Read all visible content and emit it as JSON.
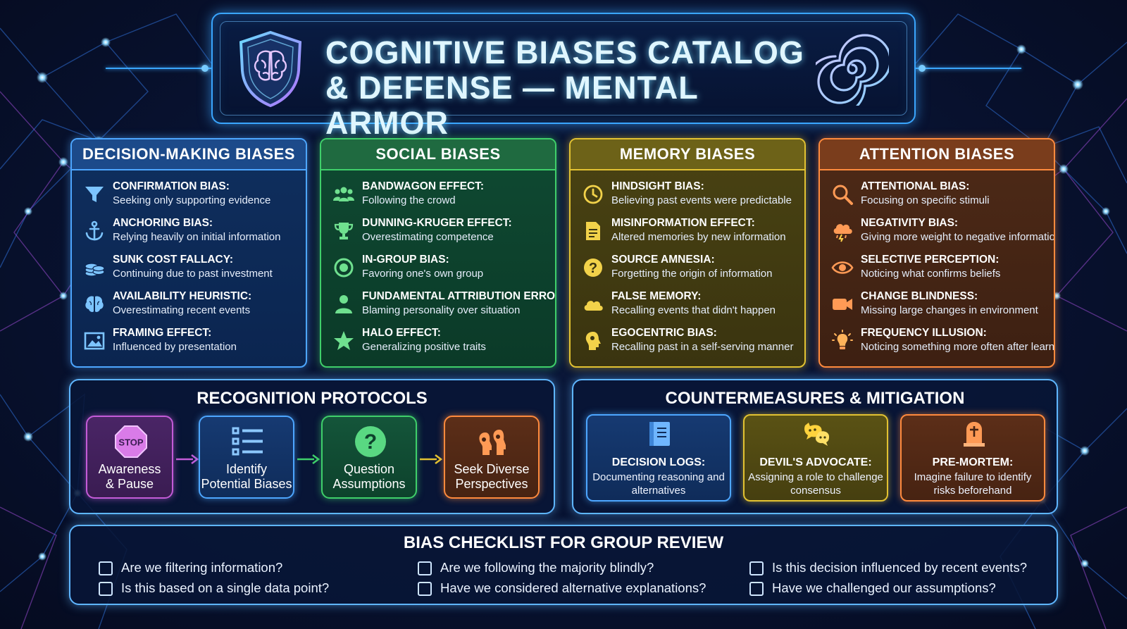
{
  "header": {
    "title": "COGNITIVE BIASES CATALOG\n& DEFENSE — MENTAL ARMOR",
    "left_icon": "brain-shield-icon",
    "right_icon": "spiral-icon"
  },
  "categories": [
    {
      "title": "DECISION-MAKING BIASES",
      "color": "#4da6ff",
      "items": [
        {
          "name": "CONFIRMATION BIAS:",
          "desc": "Seeking only supporting evidence",
          "icon": "filter-icon"
        },
        {
          "name": "ANCHORING BIAS:",
          "desc": "Relying heavily on initial information",
          "icon": "anchor-icon"
        },
        {
          "name": "SUNK COST FALLACY:",
          "desc": "Continuing due to past investment",
          "icon": "coins-icon"
        },
        {
          "name": "AVAILABILITY HEURISTIC:",
          "desc": "Overestimating recent events",
          "icon": "brain-icon"
        },
        {
          "name": "FRAMING EFFECT:",
          "desc": "Influenced by presentation",
          "icon": "picture-frame-icon"
        }
      ]
    },
    {
      "title": "SOCIAL BIASES",
      "color": "#3fcf6a",
      "items": [
        {
          "name": "BANDWAGON EFFECT:",
          "desc": "Following the crowd",
          "icon": "group-icon"
        },
        {
          "name": "DUNNING-KRUGER EFFECT:",
          "desc": "Overestimating competence",
          "icon": "trophy-icon"
        },
        {
          "name": "IN-GROUP BIAS:",
          "desc": "Favoring one's own group",
          "icon": "circle-target-icon"
        },
        {
          "name": "FUNDAMENTAL ATTRIBUTION ERROR:",
          "desc": "Blaming personality over situation",
          "icon": "person-icon"
        },
        {
          "name": "HALO EFFECT:",
          "desc": "Generalizing positive traits",
          "icon": "star-icon"
        }
      ]
    },
    {
      "title": "MEMORY BIASES",
      "color": "#e2c232",
      "items": [
        {
          "name": "HINDSIGHT BIAS:",
          "desc": "Believing past events were predictable",
          "icon": "clock-icon"
        },
        {
          "name": "MISINFORMATION EFFECT:",
          "desc": "Altered memories by new information",
          "icon": "document-icon"
        },
        {
          "name": "SOURCE AMNESIA:",
          "desc": "Forgetting the origin of information",
          "icon": "question-icon"
        },
        {
          "name": "FALSE MEMORY:",
          "desc": "Recalling events that didn't happen",
          "icon": "cloud-icon"
        },
        {
          "name": "EGOCENTRIC BIAS:",
          "desc": "Recalling past in a self-serving manner",
          "icon": "head-icon"
        }
      ]
    },
    {
      "title": "ATTENTION BIASES",
      "color": "#ff8a3d",
      "items": [
        {
          "name": "ATTENTIONAL BIAS:",
          "desc": "Focusing on specific stimuli",
          "icon": "magnifier-icon"
        },
        {
          "name": "NEGATIVITY BIAS:",
          "desc": "Giving more weight to negative information",
          "icon": "storm-cloud-icon"
        },
        {
          "name": "SELECTIVE PERCEPTION:",
          "desc": "Noticing what confirms beliefs",
          "icon": "eye-icon"
        },
        {
          "name": "CHANGE BLINDNESS:",
          "desc": "Missing large changes in environment",
          "icon": "video-camera-icon"
        },
        {
          "name": "FREQUENCY ILLUSION:",
          "desc": "Noticing something more often after learning",
          "icon": "lightbulb-icon"
        }
      ]
    }
  ],
  "recognition": {
    "title": "RECOGNITION PROTOCOLS",
    "steps": [
      {
        "label": "Awareness\n& Pause",
        "icon": "stop-sign-icon",
        "icon_text": "STOP",
        "color": "#c45bd8"
      },
      {
        "label": "Identify\nPotential Biases",
        "icon": "list-icon",
        "color": "#4da6ff"
      },
      {
        "label": "Question\nAssumptions",
        "icon": "question-icon",
        "color": "#3fcf6a"
      },
      {
        "label": "Seek Diverse\nPerspectives",
        "icon": "people-heads-icon",
        "color": "#ff8a3d"
      }
    ]
  },
  "countermeasures": {
    "title": "COUNTERMEASURES & MITIGATION",
    "items": [
      {
        "name": "DECISION LOGS:",
        "desc": "Documenting reasoning and alternatives",
        "icon": "notebook-icon",
        "color": "#4da6ff"
      },
      {
        "name": "DEVIL'S ADVOCATE:",
        "desc": "Assigning a role to challenge consensus",
        "icon": "chat-faces-icon",
        "color": "#e2c232"
      },
      {
        "name": "PRE-MORTEM:",
        "desc": "Imagine failure to identify risks beforehand",
        "icon": "tombstone-icon",
        "color": "#ff8a3d"
      }
    ]
  },
  "checklist": {
    "title": "BIAS CHECKLIST FOR GROUP REVIEW",
    "items": [
      "Are we filtering information?",
      "Is this based on a single data point?",
      "Are we following the majority blindly?",
      "Have we considered alternative explanations?",
      "Is this decision influenced by recent events?",
      "Have we challenged our assumptions?"
    ]
  }
}
